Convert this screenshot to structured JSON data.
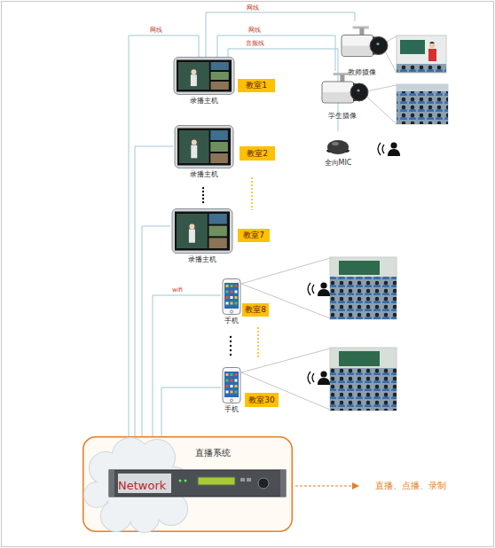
{
  "diagram": {
    "nodes": [
      {
        "text": [
          "录播主机"
        ]
      },
      {
        "text": [
          "教室1"
        ]
      },
      {
        "text": [
          "教师摄像"
        ]
      },
      {
        "text": [
          "学生摄像"
        ]
      },
      {
        "text": [
          "全向MIC"
        ]
      },
      {
        "text": [
          "录播主机"
        ]
      },
      {
        "text": [
          "教室2"
        ]
      },
      {
        "text": [
          "录播主机"
        ]
      },
      {
        "text": [
          "教室7"
        ]
      },
      {
        "text": [
          "手机"
        ]
      },
      {
        "text": [
          "教室8"
        ]
      },
      {
        "text": [
          "手机"
        ]
      },
      {
        "text": [
          "教室30"
        ]
      },
      {
        "text": [
          "直播系统"
        ]
      },
      {
        "text": [
          "Network"
        ],
        "in": 13
      }
    ],
    "edges": [
      {
        "from": 0,
        "to": 2,
        "arrow": "none",
        "label": "网线"
      },
      {
        "from": 0,
        "to": 3,
        "arrow": "none",
        "label": "网线"
      },
      {
        "from": 0,
        "to": 4,
        "arrow": "none",
        "label": "音频线"
      },
      {
        "from": 0,
        "to": 14,
        "arrow": "none",
        "label": "网线"
      },
      {
        "from": 5,
        "to": 14,
        "arrow": "none"
      },
      {
        "from": 7,
        "to": 14,
        "arrow": "none"
      },
      {
        "from": 9,
        "to": 14,
        "arrow": "none",
        "label": "wifi"
      },
      {
        "from": 11,
        "to": 14,
        "arrow": "none"
      }
    ],
    "labels": [
      "直播、点播、录制"
    ]
  }
}
